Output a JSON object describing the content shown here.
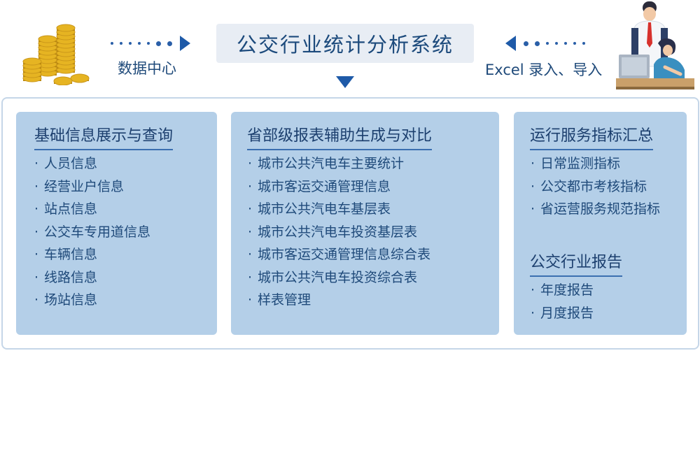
{
  "title": "公交行业统计分析系统",
  "left_source": {
    "label": "数据中心",
    "icon": "coin-stack-icon"
  },
  "right_source": {
    "label": "Excel 录入、导入",
    "icon": "office-workers-icon"
  },
  "bullet": "·",
  "panels": [
    {
      "heading": "基础信息展示与查询",
      "items": [
        "人员信息",
        "经营业户信息",
        "站点信息",
        "公交车专用道信息",
        "车辆信息",
        "线路信息",
        "场站信息"
      ]
    },
    {
      "heading": "省部级报表辅助生成与对比",
      "items": [
        "城市公共汽电车主要统计",
        "城市客运交通管理信息",
        "城市公共汽电车基层表",
        "城市公共汽电车投资基层表",
        "城市客运交通管理信息综合表",
        "城市公共汽电车投资综合表",
        "样表管理"
      ]
    },
    {
      "heading": "运行服务指标汇总",
      "items": [
        "日常监测指标",
        "公交都市考核指标",
        "省运营服务规范指标"
      ],
      "heading2": "公交行业报告",
      "items2": [
        "年度报告",
        "月度报告"
      ]
    }
  ],
  "colors": {
    "accent": "#1e5aa8",
    "panel": "#b4cfe8",
    "title_bg": "#e8edf4",
    "coin": "#e6b422"
  }
}
